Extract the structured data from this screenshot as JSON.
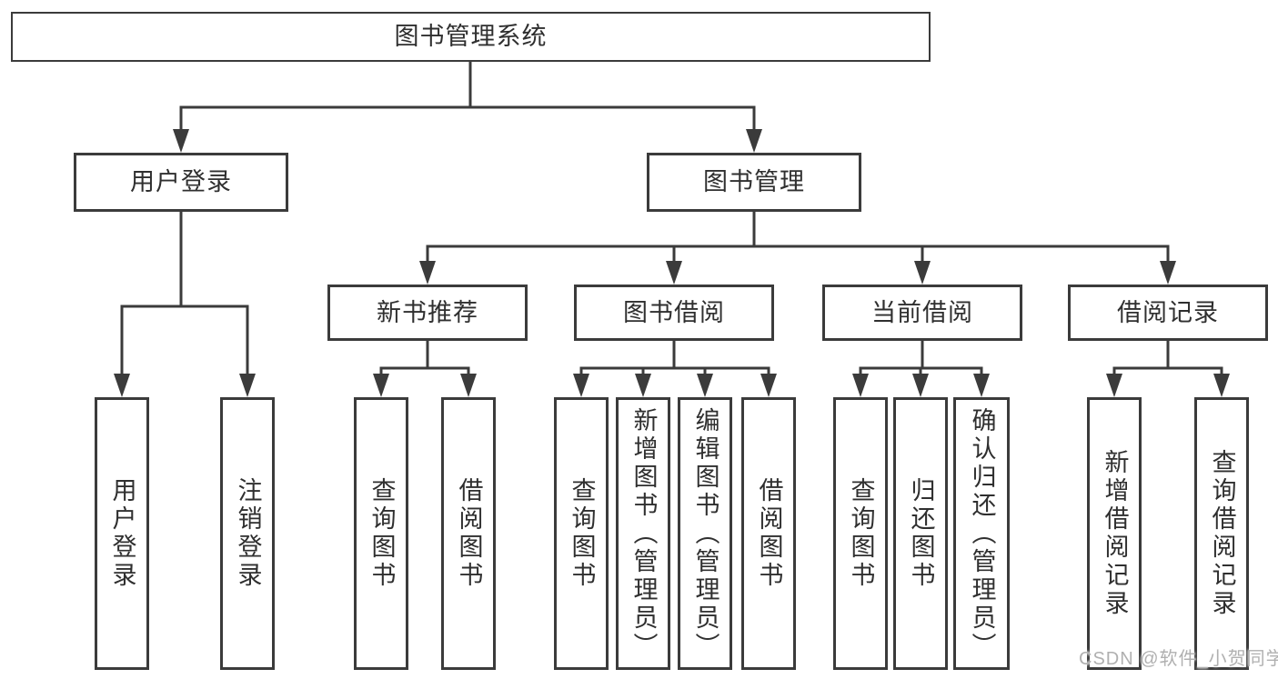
{
  "diagram": {
    "root": {
      "label": "图书管理系统"
    },
    "level2": {
      "user_login": {
        "label": "用户登录"
      },
      "book_mgmt": {
        "label": "图书管理"
      }
    },
    "level3": {
      "new_book_rec": {
        "label": "新书推荐"
      },
      "book_borrow": {
        "label": "图书借阅"
      },
      "current_borrow": {
        "label": "当前借阅"
      },
      "borrow_records": {
        "label": "借阅记录"
      }
    },
    "leaves": {
      "user_login": {
        "label": "用户登录"
      },
      "logout": {
        "label": "注销登录"
      },
      "nb_query_books": {
        "label": "查询图书"
      },
      "nb_borrow_books": {
        "label": "借阅图书"
      },
      "bb_query_books": {
        "label": "查询图书"
      },
      "bb_add_books": {
        "label": "新增图书（管理员）"
      },
      "bb_edit_books": {
        "label": "编辑图书（管理员）"
      },
      "bb_borrow_books": {
        "label": "借阅图书"
      },
      "cb_query_books": {
        "label": "查询图书"
      },
      "cb_return_books": {
        "label": "归还图书"
      },
      "cb_confirm_return": {
        "label": "确认归还（管理员）"
      },
      "br_add_record": {
        "label": "新增借阅记录"
      },
      "br_query_record": {
        "label": "查询借阅记录"
      }
    }
  },
  "watermark": {
    "text": "CSDN @软件_小贺同学"
  },
  "colors": {
    "line": "#3b3b3b",
    "box_border": "#3b3b3b",
    "text": "#2f2f2f",
    "watermark": "#b0b0b0",
    "background": "#ffffff"
  }
}
